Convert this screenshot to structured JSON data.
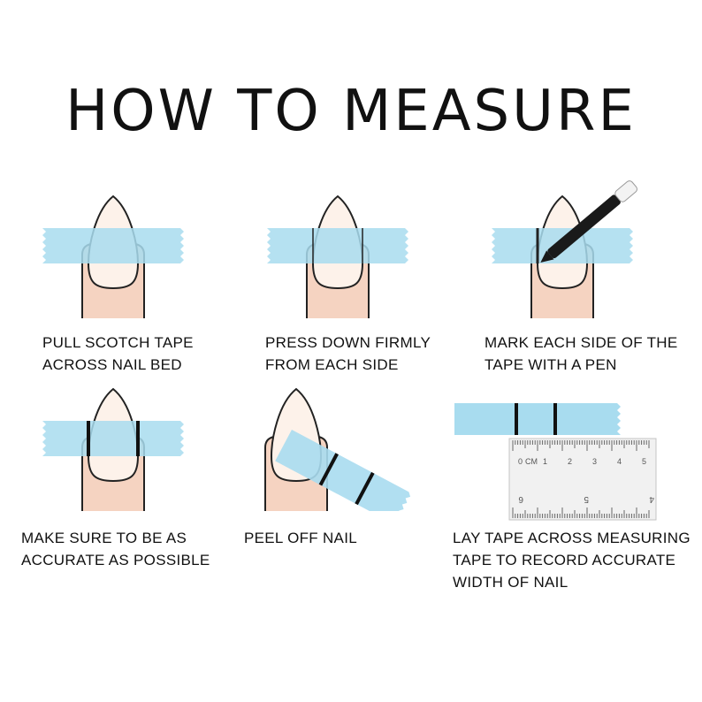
{
  "title": "HOW TO MEASURE",
  "colors": {
    "tape": "#a8dcef",
    "skin": "#f5d3c1",
    "nail": "#fdf2ea",
    "outline": "#222222",
    "pen": "#1a1a1a"
  },
  "steps": [
    {
      "caption": "PULL SCOTCH TAPE\nACROSS NAIL BED",
      "icon": "finger-with-tape-icon"
    },
    {
      "caption": "PRESS DOWN FIRMLY\nFROM EACH SIDE",
      "icon": "finger-pressed-tape-icon"
    },
    {
      "caption": "MARK EACH SIDE OF THE\nTAPE WITH A PEN",
      "icon": "pen-marking-tape-icon"
    },
    {
      "caption": "MAKE SURE TO BE AS\nACCURATE AS POSSIBLE",
      "icon": "marked-tape-icon"
    },
    {
      "caption": "PEEL OFF NAIL",
      "icon": "peeling-tape-icon"
    },
    {
      "caption": "LAY TAPE ACROSS MEASURING\nTAPE TO RECORD ACCURATE\nWIDTH OF NAIL",
      "icon": "tape-on-ruler-icon"
    }
  ],
  "ruler": {
    "unit_label": "CM",
    "top_numbers": [
      "0",
      "1",
      "2",
      "3",
      "4",
      "5"
    ],
    "bottom_numbers": [
      "6",
      "5",
      "4"
    ]
  }
}
